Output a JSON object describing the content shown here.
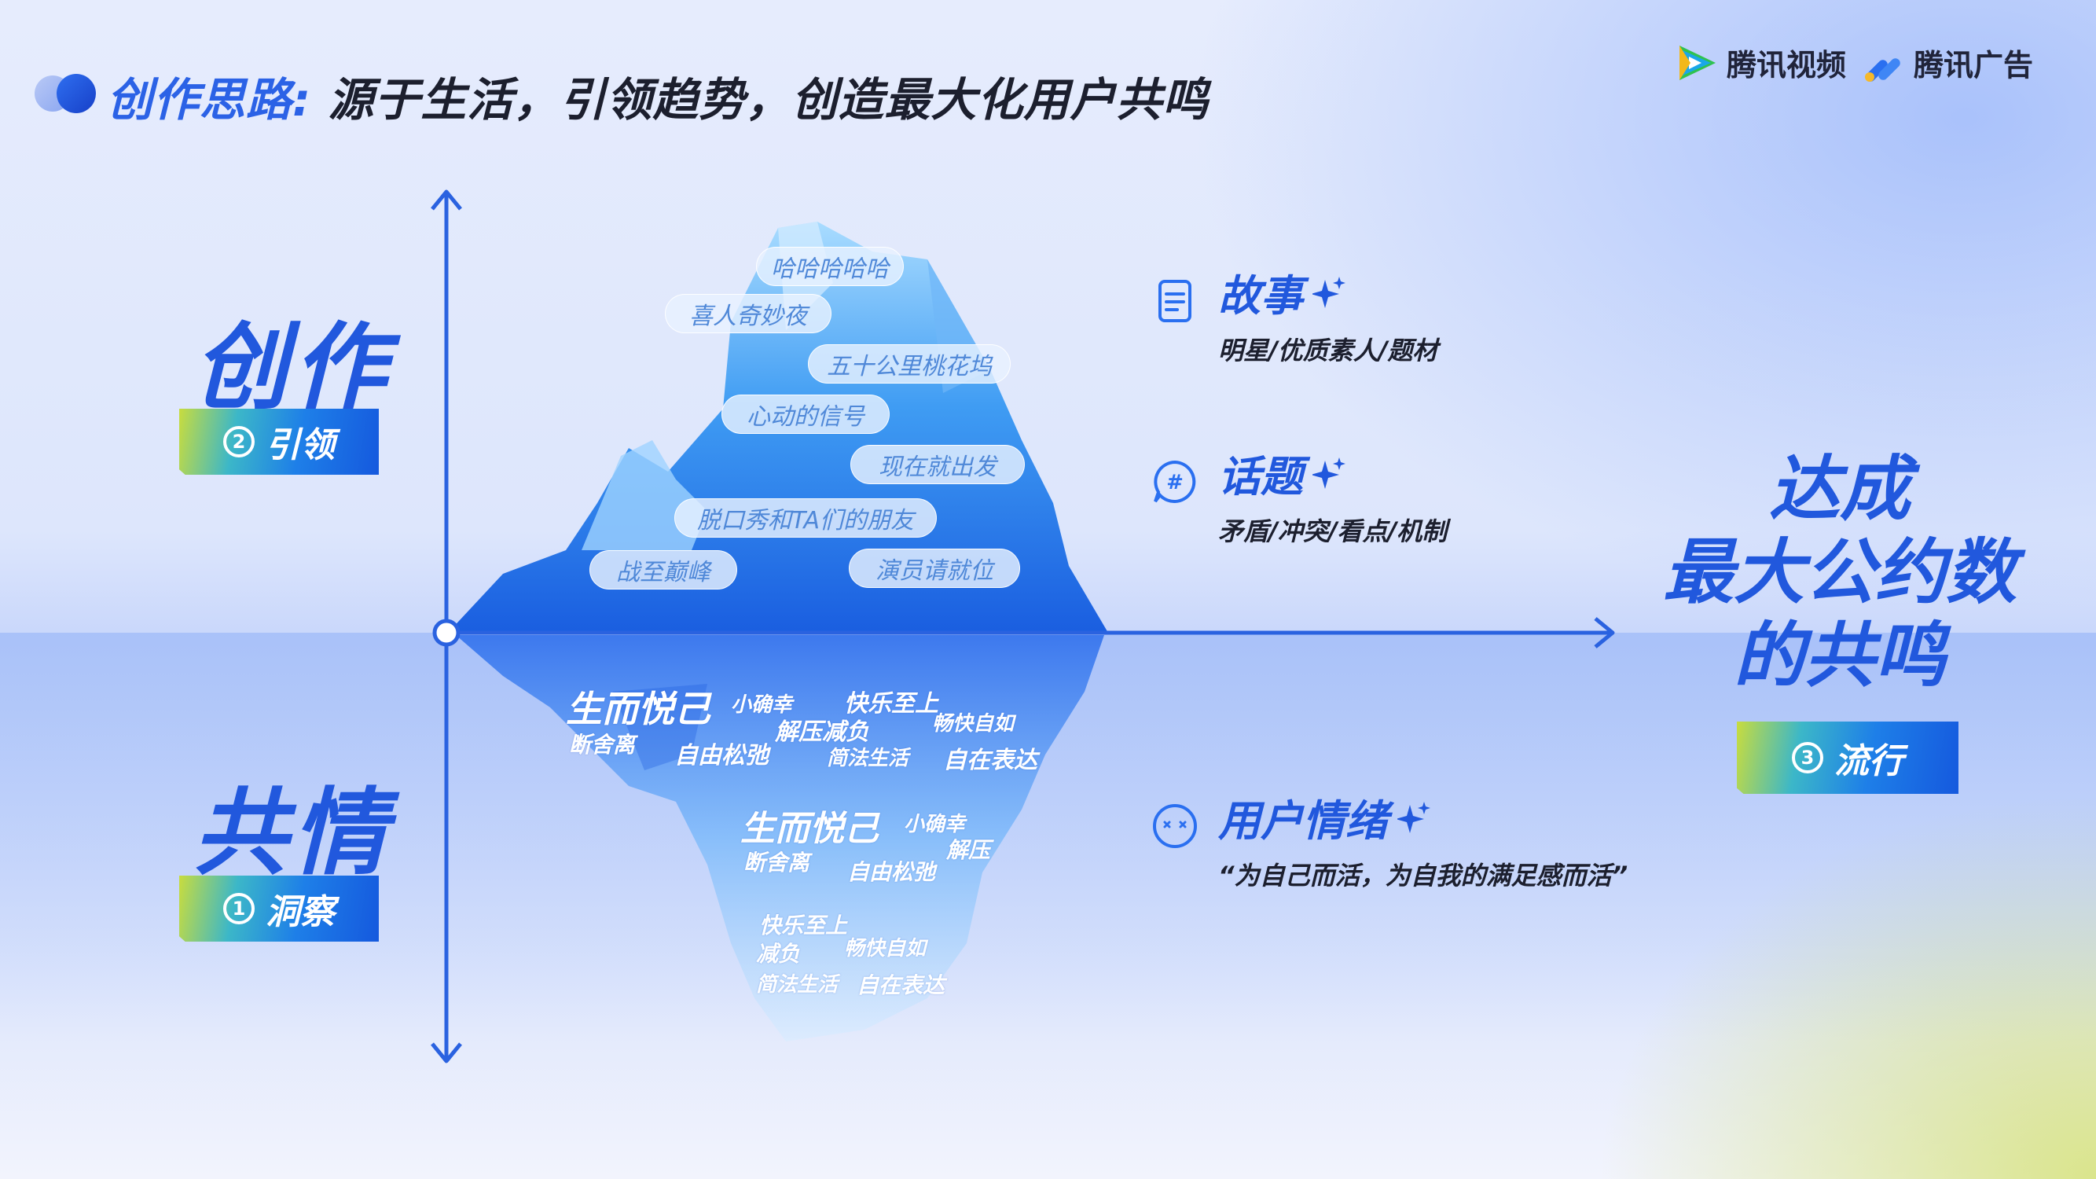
{
  "header": {
    "title_lead": "创作思路:",
    "title_rest": "源于生活，引领趋势，创造最大化用户共鸣",
    "brands": [
      {
        "name": "腾讯视频",
        "icon": "tencent-video-play-icon"
      },
      {
        "name": "腾讯广告",
        "icon": "tencent-ads-logo-icon"
      }
    ]
  },
  "quadrants": {
    "top": {
      "label": "创作",
      "badge_num": "2",
      "badge_label": "引领"
    },
    "bottom": {
      "label": "共情",
      "badge_num": "1",
      "badge_label": "洞察"
    }
  },
  "iceberg": {
    "above_tags": [
      "哈哈哈哈哈",
      "喜人奇妙夜",
      "五十公里桃花坞",
      "心动的信号",
      "现在就出发",
      "脱口秀和TA们的朋友",
      "战至巅峰",
      "演员请就位"
    ],
    "below_words": [
      "生而悦己",
      "小确幸",
      "快乐至上",
      "解压减负",
      "畅快自如",
      "断舍离",
      "自由松弛",
      "简法生活",
      "自在表达",
      "生而悦己",
      "小确幸",
      "断舍离",
      "解压",
      "自由松弛",
      "快乐至上",
      "减负",
      "畅快自如",
      "简法生活",
      "自在表达"
    ]
  },
  "items": [
    {
      "title": "故事",
      "sub": "明星/优质素人/题材",
      "icon": "document-icon"
    },
    {
      "title": "话题",
      "sub": "矛盾/冲突/看点/机制",
      "icon": "hashtag-icon"
    },
    {
      "title": "用户情绪",
      "sub": "“为自己而活，为自我的满足感而活”",
      "icon": "emotion-face-icon"
    }
  ],
  "goal": {
    "lines": [
      "达成",
      "最大公约数",
      "的共鸣"
    ],
    "badge_num": "3",
    "badge_label": "流行"
  },
  "colors": {
    "accent": "#2158dd",
    "axis": "#2a62e0",
    "text": "#1c1f2e"
  }
}
